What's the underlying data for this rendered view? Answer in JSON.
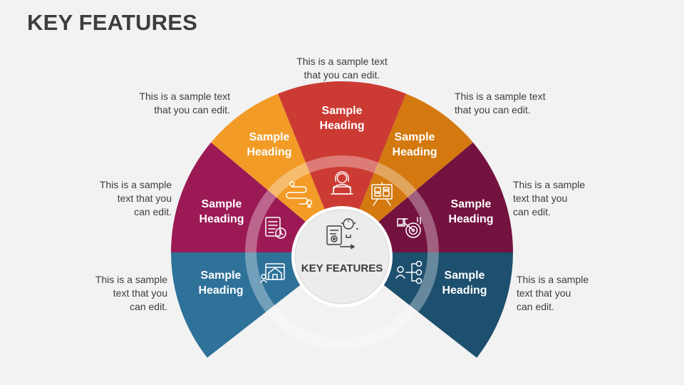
{
  "title": "KEY FEATURES",
  "center": {
    "label": "KEY FEATURES",
    "icon": "design-planning-icon"
  },
  "segments": [
    {
      "id": "left-lower",
      "heading": [
        "Sample",
        "Heading"
      ],
      "color": "#2e7199",
      "icon": "architecture-plan-icon",
      "description": [
        "This is a sample",
        "text that you",
        "can edit."
      ]
    },
    {
      "id": "left-middle",
      "heading": [
        "Sample",
        "Heading"
      ],
      "color": "#9b1a55",
      "icon": "checklist-clock-icon",
      "description": [
        "This is a sample",
        "text that you",
        "can edit."
      ]
    },
    {
      "id": "upper-left",
      "heading": [
        "Sample",
        "Heading"
      ],
      "color": "#f29c27",
      "icon": "route-pins-icon",
      "description": [
        "This is a sample text",
        "that you can edit."
      ]
    },
    {
      "id": "top",
      "heading": [
        "Sample",
        "Heading"
      ],
      "color": "#cc3b33",
      "icon": "person-laptop-icon",
      "description": [
        "This is a sample text",
        "that you can edit."
      ]
    },
    {
      "id": "upper-right",
      "heading": [
        "Sample",
        "Heading"
      ],
      "color": "#d4790f",
      "icon": "presentation-board-icon",
      "description": [
        "This is a sample text",
        "that you can edit."
      ]
    },
    {
      "id": "right-middle",
      "heading": [
        "Sample",
        "Heading"
      ],
      "color": "#73123f",
      "icon": "target-chart-icon",
      "description": [
        "This is a sample",
        "text that you",
        "can edit."
      ]
    },
    {
      "id": "right-lower",
      "heading": [
        "Sample",
        "Heading"
      ],
      "color": "#1d4f6e",
      "icon": "network-hierarchy-icon",
      "description": [
        "This is a sample",
        "text that you",
        "can edit."
      ]
    }
  ]
}
